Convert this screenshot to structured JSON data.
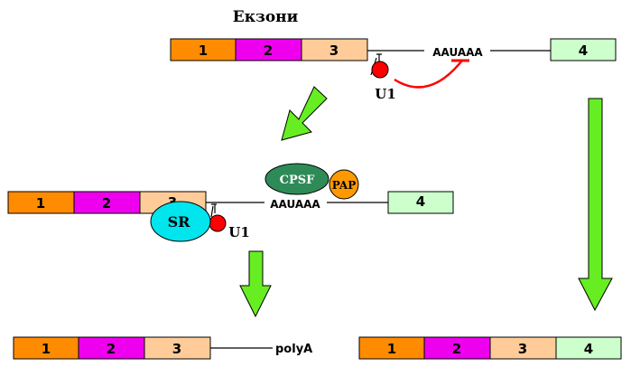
{
  "title": "Екзони",
  "colors": {
    "exon1": "#ff8c00",
    "exon2": "#ee00ee",
    "exon3": "#ffcc99",
    "exon4": "#ccffcc",
    "arrow": "#66ee22",
    "u1": "#ff0000",
    "inhibition": "#ff0000",
    "cpsf": "#2e8b57",
    "pap": "#ff9900",
    "sr": "#00e5ee",
    "line": "#000000"
  },
  "top_transcript": {
    "exons": [
      "1",
      "2",
      "3"
    ],
    "signal": "AAUAAA",
    "exon4": "4",
    "u1_label": "U1"
  },
  "middle_transcript": {
    "exons": [
      "1",
      "2",
      "3"
    ],
    "signal": "AAUAAA",
    "exon4": "4",
    "u1_label": "U1",
    "sr_label": "SR",
    "cpsf_label": "CPSF",
    "pap_label": "PAP"
  },
  "product_polyA": {
    "exons": [
      "1",
      "2",
      "3"
    ],
    "tail": "polyA"
  },
  "product_full": {
    "exons": [
      "1",
      "2",
      "3",
      "4"
    ]
  }
}
